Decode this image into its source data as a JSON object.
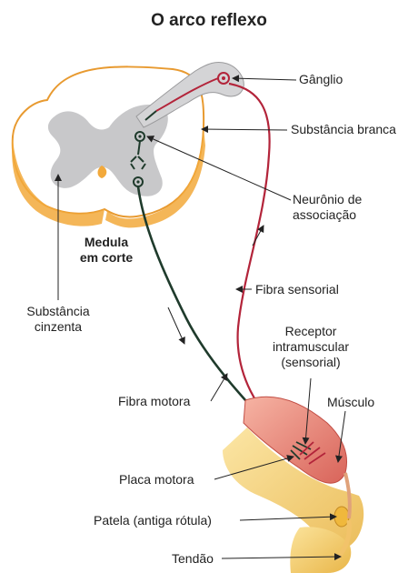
{
  "title": "O arco reflexo",
  "labels": {
    "ganglio": "Gânglio",
    "substancia_branca": "Substância branca",
    "neuronio_l1": "Neurônio de",
    "neuronio_l2": "associação",
    "medula_l1": "Medula",
    "medula_l2": "em corte",
    "fibra_sensorial": "Fibra sensorial",
    "substancia_cinzenta_l1": "Substância",
    "substancia_cinzenta_l2": "cinzenta",
    "receptor_l1": "Receptor",
    "receptor_l2": "intramuscular",
    "receptor_l3": "(sensorial)",
    "fibra_motora": "Fibra motora",
    "musculo": "Músculo",
    "placa_motora": "Placa motora",
    "patela": "Patela (antiga rótula)",
    "tendao": "Tendão"
  },
  "colors": {
    "white_matter": "#ffffff",
    "white_matter_edge": "#f2a93b",
    "gray_matter": "#c8c8ca",
    "sensory_fiber": "#b3243a",
    "motor_fiber": "#1f3b2c",
    "muscle": "#e7857a",
    "bone": "#f6cf6e"
  }
}
